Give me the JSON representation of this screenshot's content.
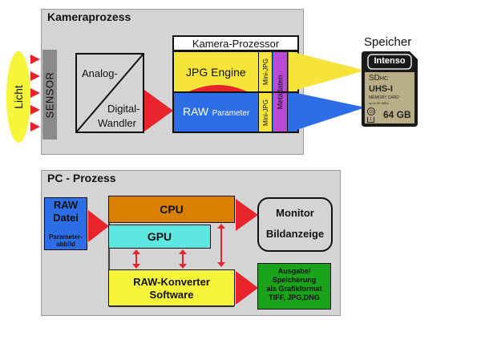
{
  "camera": {
    "title": "Kameraprozess",
    "light": "Licht",
    "sensor": "SENSOR",
    "adc_top": "Analog-",
    "adc_bottom_1": "Digital-",
    "adc_bottom_2": "Wandler",
    "processor_title": "Kamera-Prozessor",
    "jpg_engine": "JPG Engine",
    "raw_label": "RAW",
    "raw_param": "Parameter",
    "mini_jpg_top": "Mini-JPG",
    "mini_jpg_bottom": "Mini-JPG",
    "metadata": "Metadaten"
  },
  "storage": {
    "title": "Speicher",
    "brand": "Intenso",
    "sd_line1": "SD",
    "sd_line1_suffix": "HC",
    "sd_line2": "UHS-I",
    "memory_card": "MEMORY CARD",
    "speed": "up to 90 MB/s",
    "capacity": "64 GB",
    "class_mark": "10",
    "uhs_mark": "1"
  },
  "pc": {
    "title": "PC - Prozess",
    "raw_file_1": "RAW",
    "raw_file_2": "Datei",
    "param_1": "Parameter-",
    "param_2": "abbild",
    "cpu": "CPU",
    "gpu": "GPU",
    "converter_1": "RAW-Konverter",
    "converter_2": "Software",
    "monitor_1": "Monitor",
    "monitor_2": "Bildanzeige",
    "output_1": "Ausgabe/",
    "output_2": "Speicherung",
    "output_3": "als Grafikformat",
    "output_4": "TIFF, JPG,DNG"
  },
  "colors": {
    "panel_bg": "#d4d4d4",
    "yellow": "#f7e43a",
    "blue": "#2d6ee6",
    "red": "#e8232b",
    "purple": "#b84ad4",
    "cpu_orange": "#d98000",
    "gpu_cyan": "#5ee6e0",
    "green": "#1aa31a",
    "sensor_gray": "#8a8a8a"
  }
}
